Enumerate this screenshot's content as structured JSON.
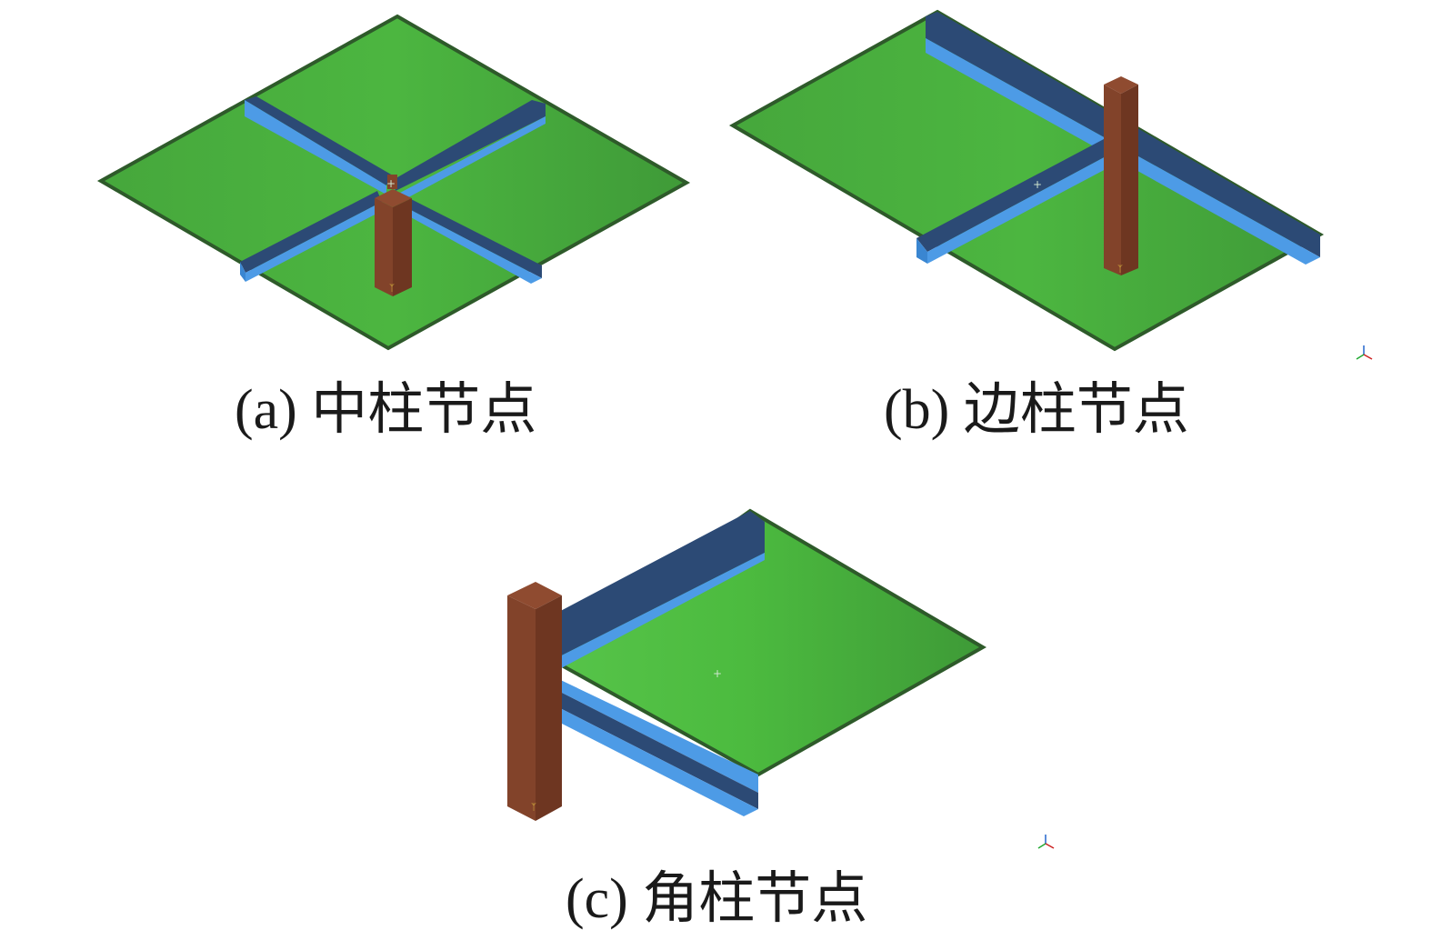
{
  "figure": {
    "panels": [
      {
        "id": "a",
        "caption": "(a) 中柱节点"
      },
      {
        "id": "b",
        "caption": "(b) 边柱节点"
      },
      {
        "id": "c",
        "caption": "(c) 角柱节点"
      }
    ]
  },
  "colors": {
    "slab_light": "#55c146",
    "slab_dark": "#3f9a38",
    "slab_edge": "#2e5a2a",
    "beam_top": "#2c4a75",
    "beam_face": "#4d9be6",
    "beam_face_dark": "#3a86d1",
    "column_front": "#82432a",
    "column_side": "#6e3621",
    "column_top": "#8f4b30"
  }
}
